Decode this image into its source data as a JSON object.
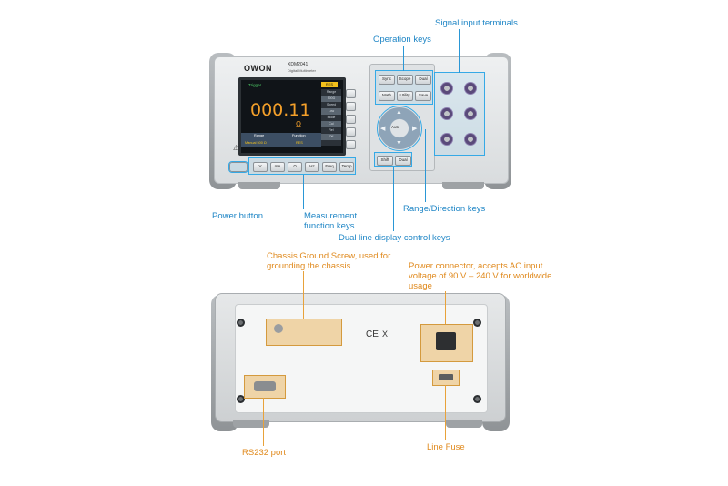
{
  "labels": {
    "signal_input_terminals": "Signal input terminals",
    "operation_keys": "Operation keys",
    "power_button": "Power button",
    "measurement_function_keys": "Measurement function keys",
    "range_direction_keys": "Range/Direction keys",
    "dual_line_display_keys": "Dual line display control keys",
    "chassis_ground_screw": "Chassis Ground Screw, used for grounding the chassis",
    "power_connector": "Power connector, accepts AC input voltage of 90 V – 240 V for worldwide usage",
    "rs232_port": "RS232 port",
    "line_fuse": "Line Fuse"
  },
  "device": {
    "brand": "OWON",
    "model": "XDM2041",
    "subtitle": "Digital Multimeter",
    "display": {
      "status": "Trigger",
      "value": "000.11",
      "unit": "Ω",
      "badge": "RES",
      "bottom_left_header": "Range",
      "bottom_right_header": "Function",
      "bottom_left_value": "Manual 500 Ω",
      "bottom_right_value": "RES",
      "side_items": [
        "Range",
        "500Ω",
        "Speed",
        "Low",
        "Mode",
        "Cal",
        "Rel",
        "Off"
      ]
    },
    "function_keys": [
      "V",
      "mA",
      "Ω",
      "Hz",
      "Freq",
      "Temp"
    ],
    "operation_keys": [
      "Sync",
      "Scope",
      "Dual",
      "Math",
      "Utility",
      "Save"
    ],
    "dual_keys": [
      "Shift",
      "Dual"
    ],
    "nav_center": "Auto"
  },
  "rear": {
    "marks": [
      "CE",
      "X"
    ]
  }
}
